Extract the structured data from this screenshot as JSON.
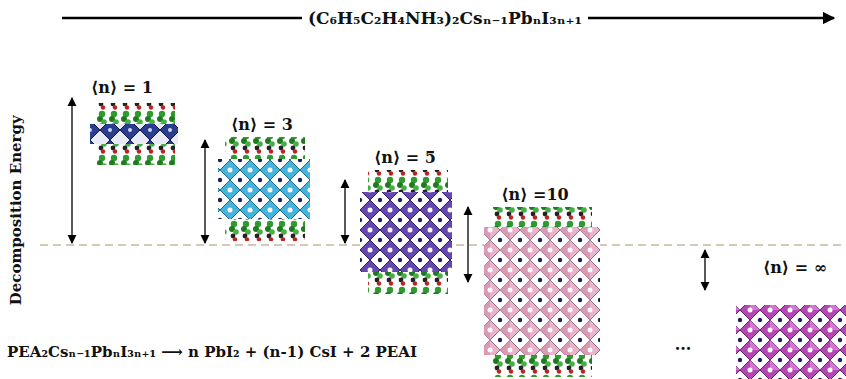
{
  "diagram": {
    "labels": [
      "(C₆H₅C₂H₄NH₃)₂Csₙ₋₁PbₙI₃ₙ₊₁",
      "Decomposition Energy",
      "⟨n⟩ = 1",
      "⟨n⟩ = 3",
      "⟨n⟩ = 5",
      "⟨n⟩ =10",
      "⟨n⟩ = ∞",
      "...",
      "PEA₂Csₙ₋₁PbₙI₃ₙ₊₁ ⟶ n PbI₂ + (n-1) CsI + 2 PEAI"
    ]
  }
}
